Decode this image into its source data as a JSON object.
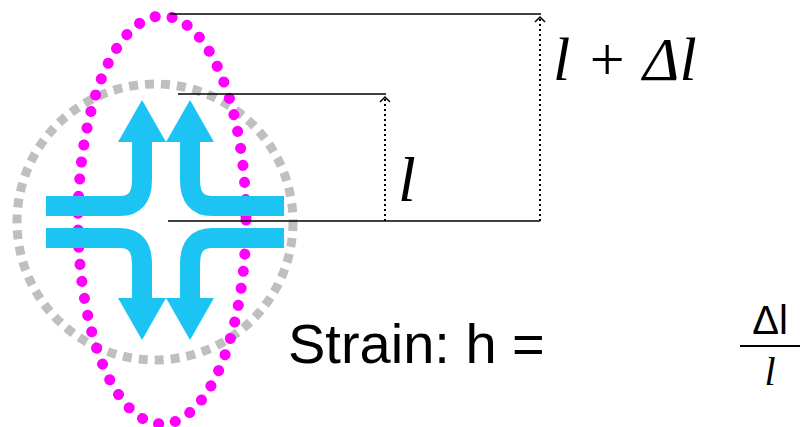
{
  "diagram": {
    "labels": [
      "l",
      "l + Δl",
      "Strain: h =",
      "Δl",
      "l"
    ]
  }
}
